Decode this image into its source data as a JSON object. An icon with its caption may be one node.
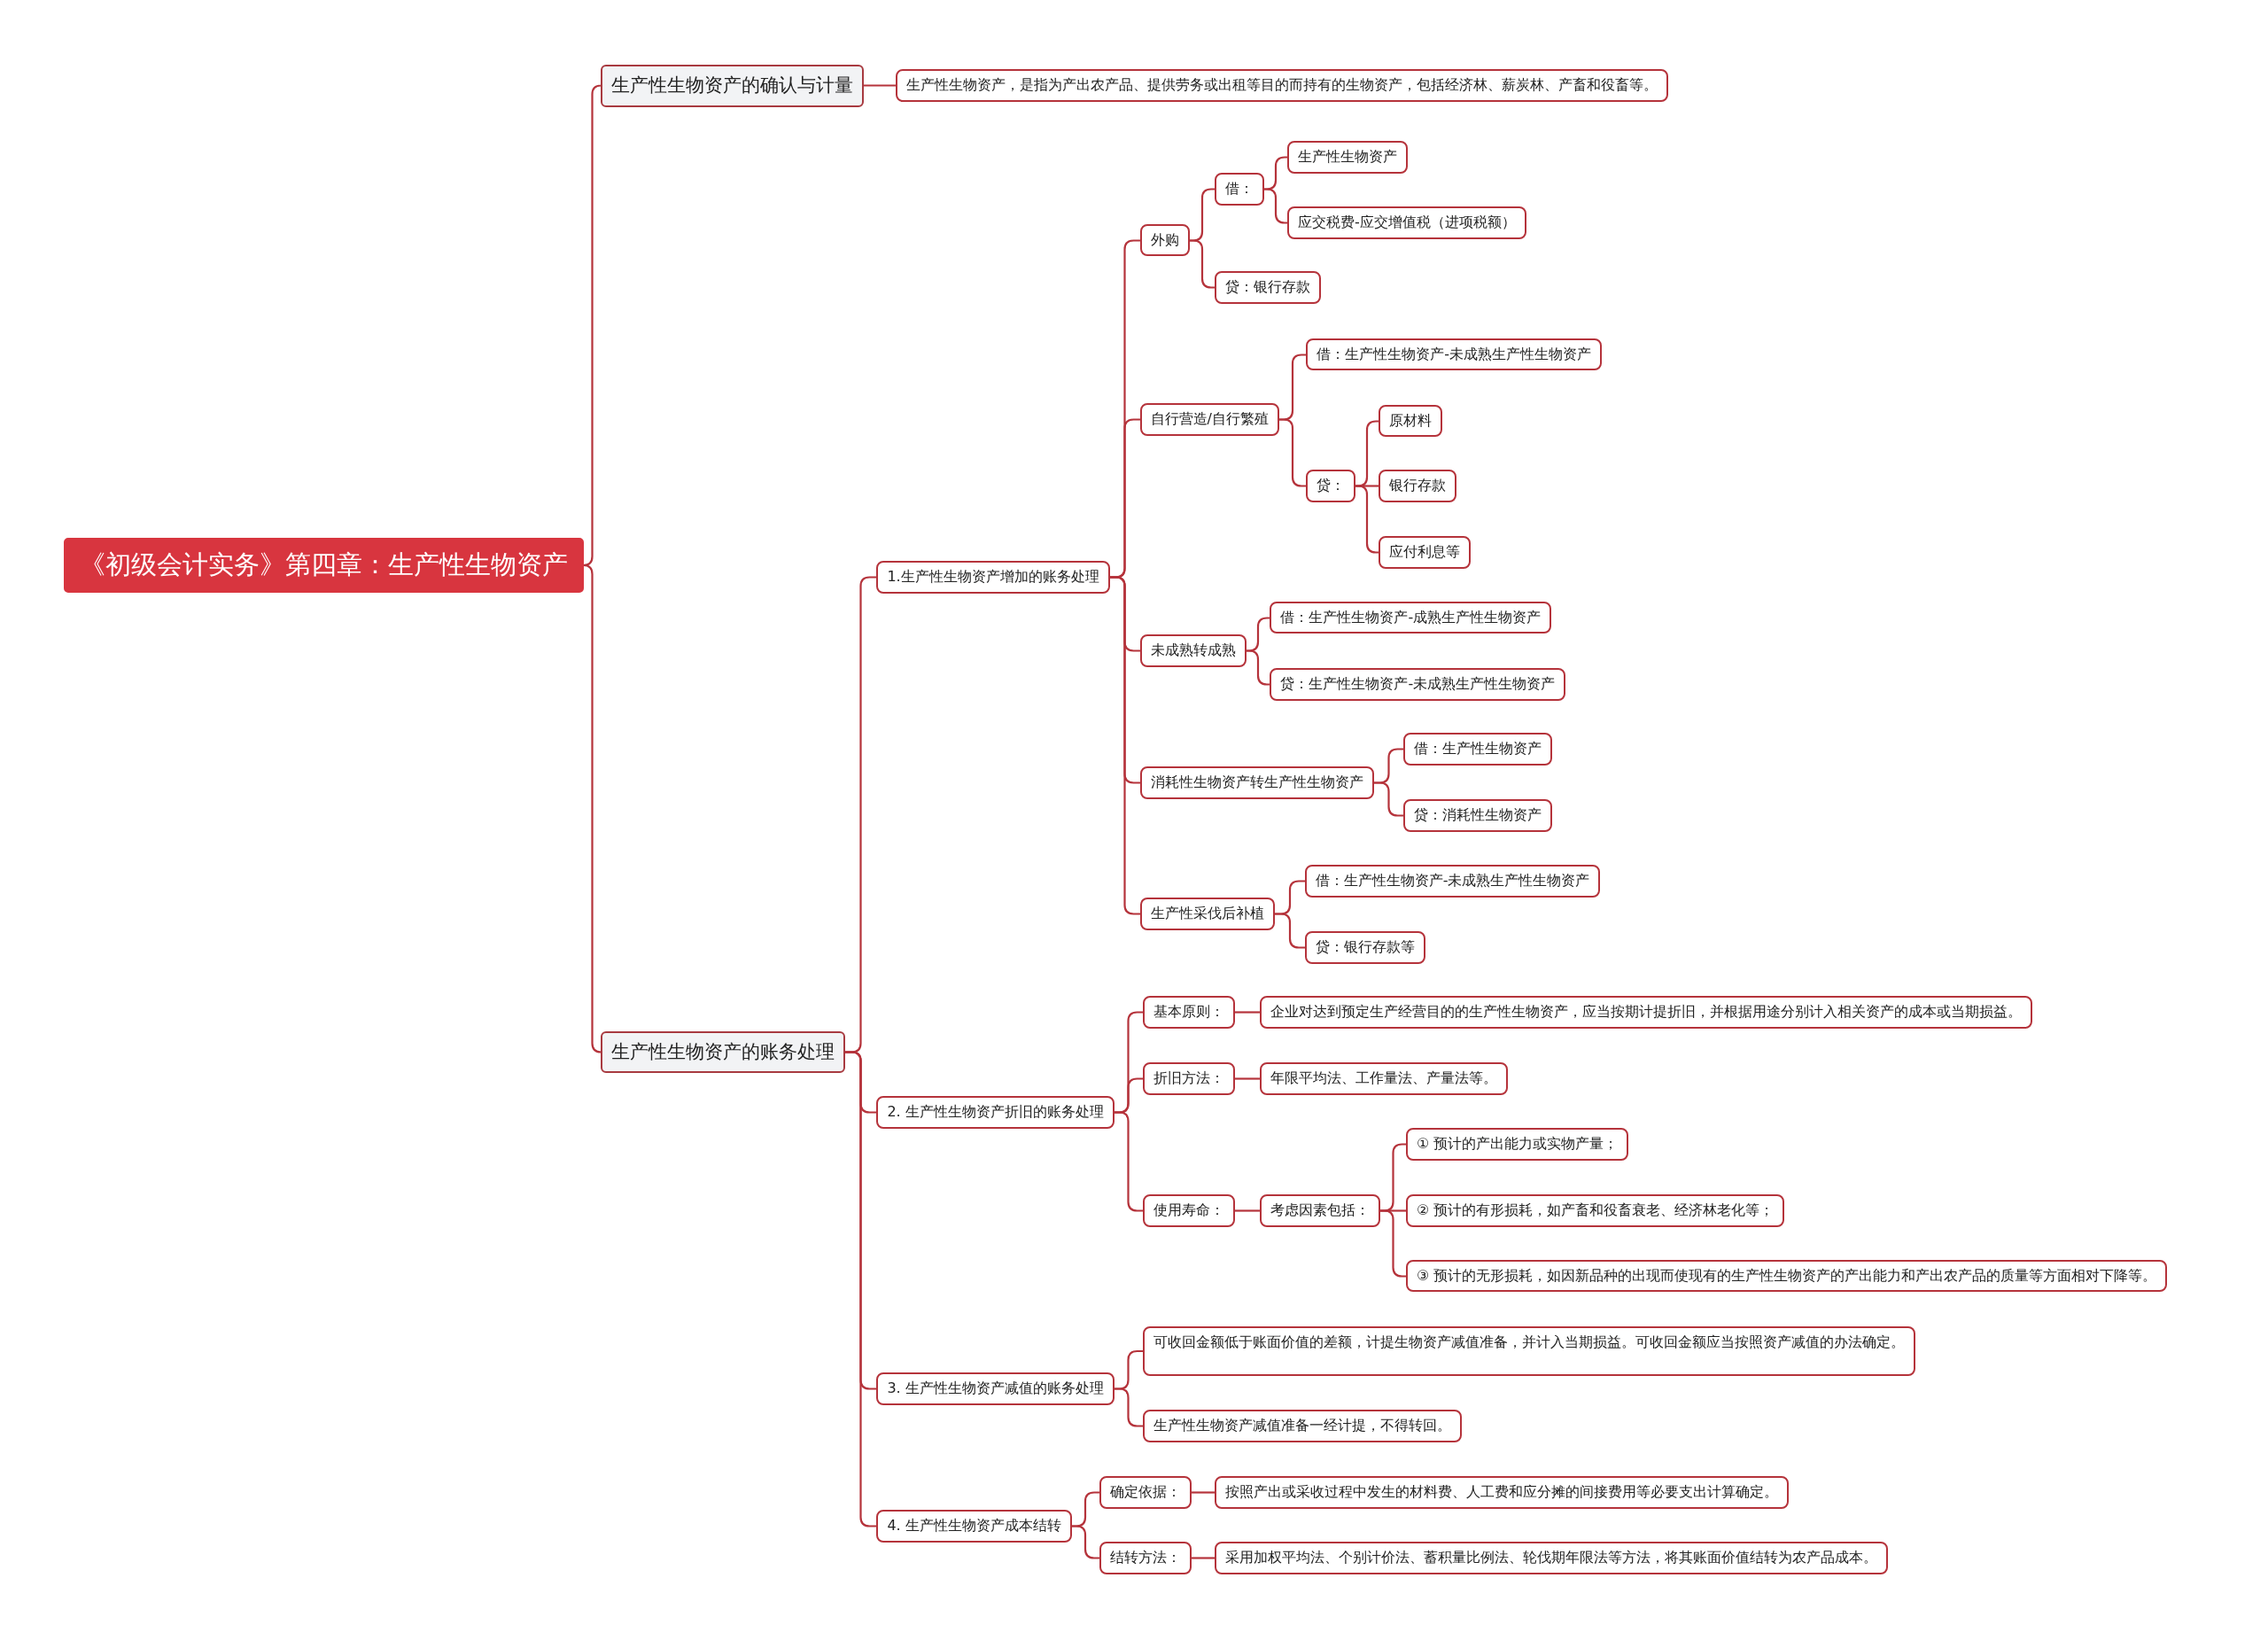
{
  "diagram": {
    "nodes": [
      {
        "text": [
          "《初级会计实务》第四章：生产性生物资产"
        ]
      },
      {
        "text": [
          "生产性生物资产的确认与计量"
        ]
      },
      {
        "text": [
          "生产性生物资产，是指为产出农产品、提供劳务或出租等目的而持有的生物资产，包括经济林、薪炭林、产畜和役畜等。"
        ]
      },
      {
        "text": [
          "生产性生物资产的账务处理"
        ]
      },
      {
        "text": [
          "1.生产性生物资产增加的账务处理"
        ]
      },
      {
        "text": [
          "外购"
        ]
      },
      {
        "text": [
          "借："
        ]
      },
      {
        "text": [
          "生产性生物资产"
        ]
      },
      {
        "text": [
          "应交税费-应交增值税（进项税额）"
        ]
      },
      {
        "text": [
          "贷：银行存款"
        ]
      },
      {
        "text": [
          "自行营造/自行繁殖"
        ]
      },
      {
        "text": [
          "借：生产性生物资产-未成熟生产性生物资产"
        ]
      },
      {
        "text": [
          "贷："
        ]
      },
      {
        "text": [
          "原材料"
        ]
      },
      {
        "text": [
          "银行存款"
        ]
      },
      {
        "text": [
          "应付利息等"
        ]
      },
      {
        "text": [
          "未成熟转成熟"
        ]
      },
      {
        "text": [
          "借：生产性生物资产-成熟生产性生物资产"
        ]
      },
      {
        "text": [
          "贷：生产性生物资产-未成熟生产性生物资产"
        ]
      },
      {
        "text": [
          "消耗性生物资产转生产性生物资产"
        ]
      },
      {
        "text": [
          "借：生产性生物资产"
        ]
      },
      {
        "text": [
          "贷：消耗性生物资产"
        ]
      },
      {
        "text": [
          "生产性采伐后补植"
        ]
      },
      {
        "text": [
          "借：生产性生物资产-未成熟生产性生物资产"
        ]
      },
      {
        "text": [
          "贷：银行存款等"
        ]
      },
      {
        "text": [
          "2. 生产性生物资产折旧的账务处理"
        ]
      },
      {
        "text": [
          "基本原则："
        ]
      },
      {
        "text": [
          "企业对达到预定生产经营目的的生产性生物资产，应当按期计提折旧，并根据用途分别计入相关资产的成本或当期损益。"
        ]
      },
      {
        "text": [
          "折旧方法："
        ]
      },
      {
        "text": [
          "年限平均法、工作量法、产量法等。"
        ]
      },
      {
        "text": [
          "使用寿命："
        ]
      },
      {
        "text": [
          "考虑因素包括："
        ]
      },
      {
        "text": [
          "① 预计的产出能力或实物产量；"
        ]
      },
      {
        "text": [
          "② 预计的有形损耗，如产畜和役畜衰老、经济林老化等；"
        ]
      },
      {
        "text": [
          "③ 预计的无形损耗，如因新品种的出现而使现有的生产性生物资产的产出能力和产出农产品的质量等方面相对下降等。"
        ]
      },
      {
        "text": [
          "3. 生产性生物资产减值的账务处理"
        ]
      },
      {
        "text": [
          "可收回金额低于账面价值的差额，计提生物资产减值准备，并计入当期损益。可收回金额应当按照资产减值的办法确定。"
        ]
      },
      {
        "text": [
          "生产性生物资产减值准备一经计提，不得转回。"
        ]
      },
      {
        "text": [
          "4. 生产性生物资产成本结转"
        ]
      },
      {
        "text": [
          "确定依据："
        ]
      },
      {
        "text": [
          "按照产出或采收过程中发生的材料费、人工费和应分摊的间接费用等必要支出计算确定。"
        ]
      },
      {
        "text": [
          "结转方法："
        ]
      },
      {
        "text": [
          "采用加权平均法、个别计价法、蓄积量比例法、轮伐期年限法等方法，将其账面价值结转为农产品成本。"
        ]
      }
    ],
    "edges": [
      {
        "from": 0,
        "to": 1,
        "arrow": "none"
      },
      {
        "from": 1,
        "to": 2,
        "arrow": "none"
      },
      {
        "from": 0,
        "to": 3,
        "arrow": "none"
      },
      {
        "from": 3,
        "to": 4,
        "arrow": "none"
      },
      {
        "from": 4,
        "to": 5,
        "arrow": "none"
      },
      {
        "from": 5,
        "to": 6,
        "arrow": "none"
      },
      {
        "from": 6,
        "to": 7,
        "arrow": "none"
      },
      {
        "from": 6,
        "to": 8,
        "arrow": "none"
      },
      {
        "from": 5,
        "to": 9,
        "arrow": "none"
      },
      {
        "from": 4,
        "to": 10,
        "arrow": "none"
      },
      {
        "from": 10,
        "to": 11,
        "arrow": "none"
      },
      {
        "from": 10,
        "to": 12,
        "arrow": "none"
      },
      {
        "from": 12,
        "to": 13,
        "arrow": "none"
      },
      {
        "from": 12,
        "to": 14,
        "arrow": "none"
      },
      {
        "from": 12,
        "to": 15,
        "arrow": "none"
      },
      {
        "from": 4,
        "to": 16,
        "arrow": "none"
      },
      {
        "from": 16,
        "to": 17,
        "arrow": "none"
      },
      {
        "from": 16,
        "to": 18,
        "arrow": "none"
      },
      {
        "from": 4,
        "to": 19,
        "arrow": "none"
      },
      {
        "from": 19,
        "to": 20,
        "arrow": "none"
      },
      {
        "from": 19,
        "to": 21,
        "arrow": "none"
      },
      {
        "from": 4,
        "to": 22,
        "arrow": "none"
      },
      {
        "from": 22,
        "to": 23,
        "arrow": "none"
      },
      {
        "from": 22,
        "to": 24,
        "arrow": "none"
      },
      {
        "from": 3,
        "to": 25,
        "arrow": "none"
      },
      {
        "from": 25,
        "to": 26,
        "arrow": "none"
      },
      {
        "from": 26,
        "to": 27,
        "arrow": "none"
      },
      {
        "from": 25,
        "to": 28,
        "arrow": "none"
      },
      {
        "from": 28,
        "to": 29,
        "arrow": "none"
      },
      {
        "from": 25,
        "to": 30,
        "arrow": "none"
      },
      {
        "from": 30,
        "to": 31,
        "arrow": "none"
      },
      {
        "from": 31,
        "to": 32,
        "arrow": "none"
      },
      {
        "from": 31,
        "to": 33,
        "arrow": "none"
      },
      {
        "from": 31,
        "to": 34,
        "arrow": "none"
      },
      {
        "from": 3,
        "to": 35,
        "arrow": "none"
      },
      {
        "from": 35,
        "to": 36,
        "arrow": "none"
      },
      {
        "from": 35,
        "to": 37,
        "arrow": "none"
      },
      {
        "from": 3,
        "to": 38,
        "arrow": "none"
      },
      {
        "from": 38,
        "to": 39,
        "arrow": "none"
      },
      {
        "from": 39,
        "to": 40,
        "arrow": "none"
      },
      {
        "from": 38,
        "to": 41,
        "arrow": "none"
      },
      {
        "from": 41,
        "to": 42,
        "arrow": "none"
      }
    ]
  }
}
